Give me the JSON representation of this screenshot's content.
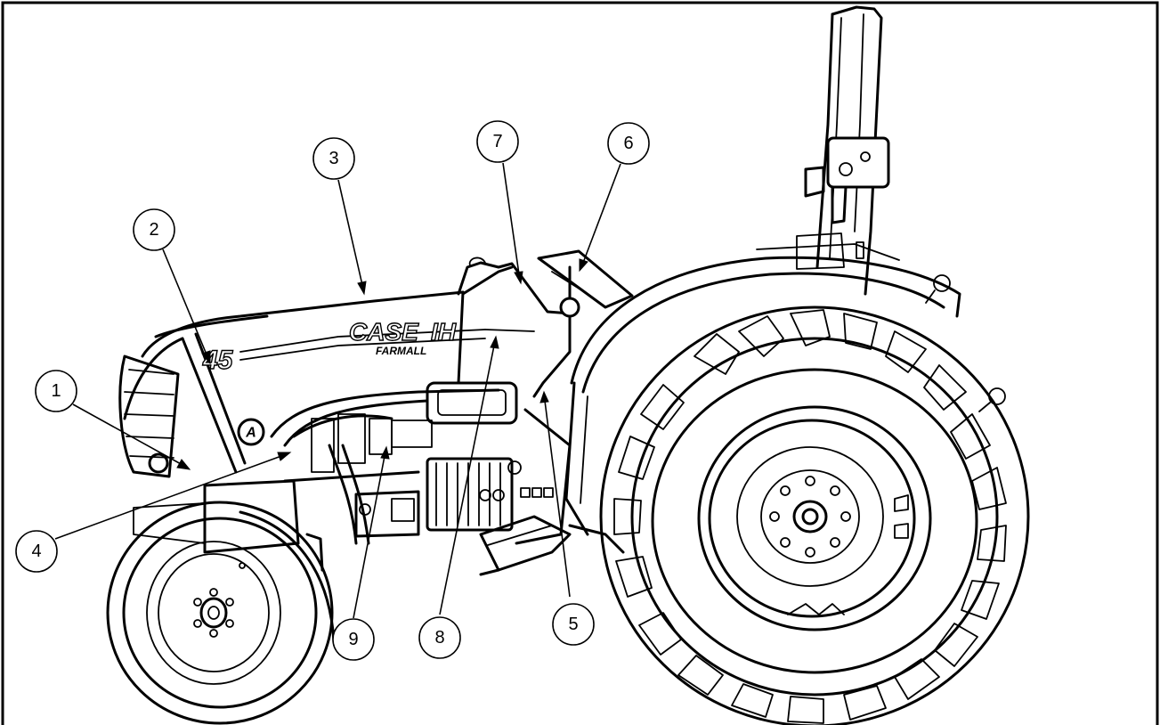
{
  "callouts": [
    {
      "id": "1",
      "label": "1"
    },
    {
      "id": "2",
      "label": "2"
    },
    {
      "id": "3",
      "label": "3"
    },
    {
      "id": "4",
      "label": "4"
    },
    {
      "id": "5",
      "label": "5"
    },
    {
      "id": "6",
      "label": "6"
    },
    {
      "id": "7",
      "label": "7"
    },
    {
      "id": "8",
      "label": "8"
    },
    {
      "id": "9",
      "label": "9"
    }
  ],
  "decals": {
    "model_number": "45",
    "brand": "CASE",
    "brand_suffix": "IH",
    "series": "FARMALL",
    "hood_badge": "A"
  },
  "colors": {
    "line": "#000000",
    "background": "#ffffff"
  }
}
